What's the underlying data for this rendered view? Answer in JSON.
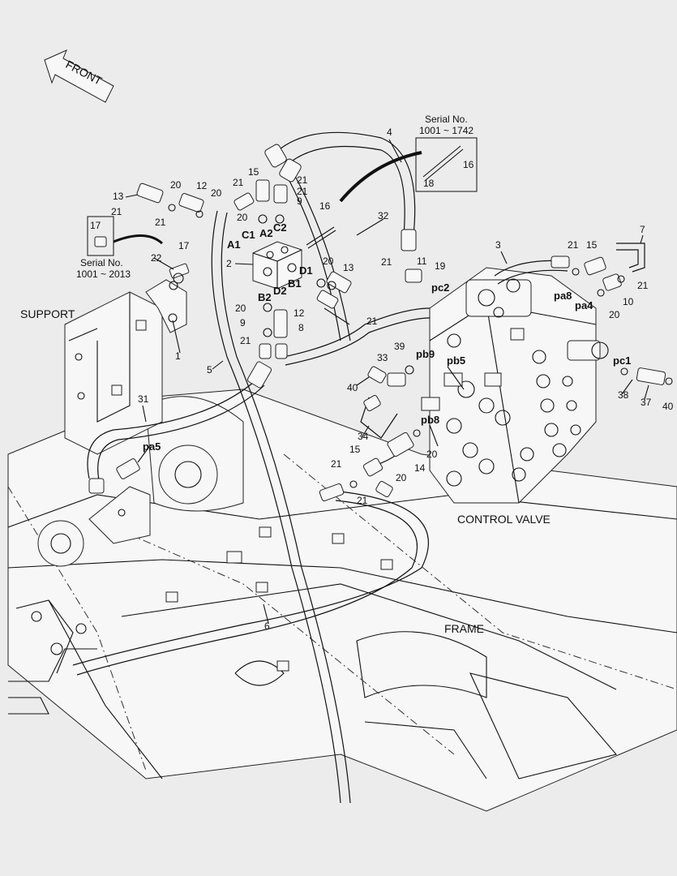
{
  "front_arrow": {
    "label": "FRONT"
  },
  "captions": {
    "support": "SUPPORT",
    "control_valve": "CONTROL VALVE",
    "frame": "FRAME"
  },
  "serial_boxes": [
    {
      "title": "Serial No.",
      "range": "1001 ~ 1742",
      "parts": [
        "16",
        "18"
      ]
    },
    {
      "title": "Serial No.",
      "range": "1001 ~ 2013",
      "parts": [
        "17"
      ]
    }
  ],
  "part_numbers": [
    "1",
    "2",
    "3",
    "4",
    "5",
    "6",
    "7",
    "8",
    "9",
    "10",
    "11",
    "12",
    "13",
    "14",
    "15",
    "16",
    "17",
    "18",
    "19",
    "20",
    "21",
    "22",
    "31",
    "32",
    "33",
    "34",
    "37",
    "38",
    "39",
    "40"
  ],
  "port_labels": [
    "A1",
    "A2",
    "B1",
    "B2",
    "C1",
    "C2",
    "D1",
    "D2",
    "pa4",
    "pa5",
    "pa8",
    "pb5",
    "pb8",
    "pb9",
    "pc1",
    "pc2"
  ]
}
